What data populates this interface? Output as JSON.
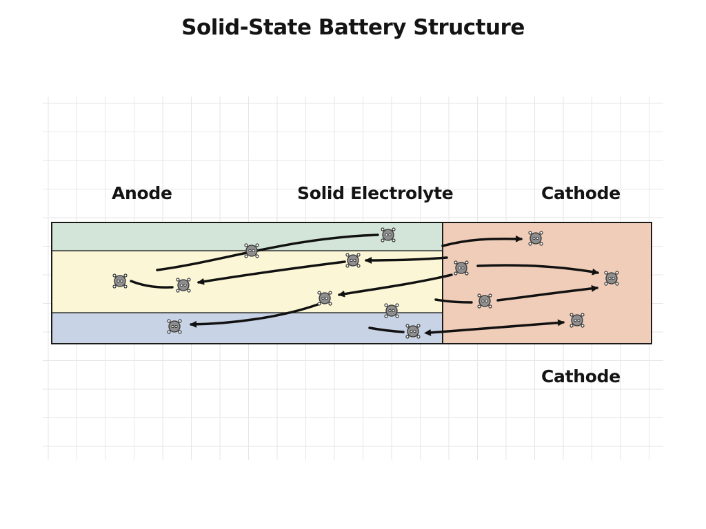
{
  "title": "Solid-State Battery Structure",
  "labels": {
    "anode": "Anode",
    "electrolyte": "Solid Electrolyte",
    "cathode_top": "Cathode",
    "cathode_bottom": "Cathode"
  },
  "colors": {
    "grid": "#e6e6e6",
    "band_green": "#d3e4d8",
    "band_yellow": "#fbf6d6",
    "band_blue": "#c8d3e6",
    "cathode": "#f0cdb8",
    "outline": "#1a1a1a",
    "arrow": "#111111",
    "ion_fill": "#8e8e8e"
  },
  "icons": {
    "ion": "lithium-ion-icon",
    "arrow": "ion-flow-arrow"
  }
}
